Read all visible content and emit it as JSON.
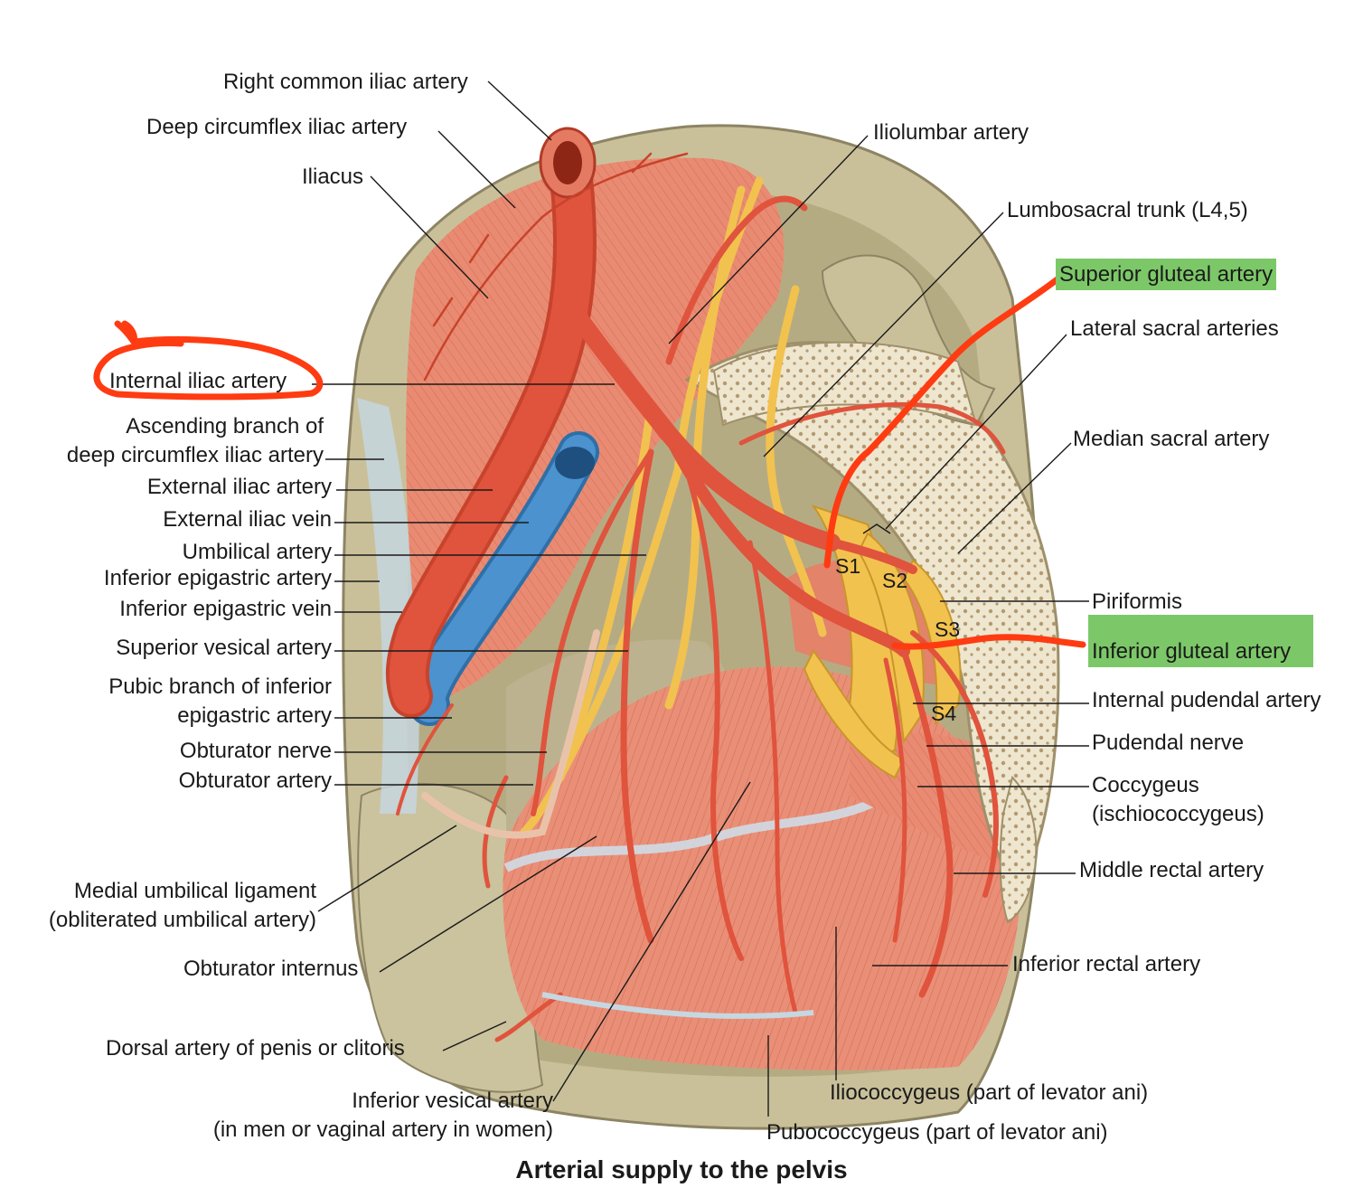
{
  "labels": {
    "right_common_iliac": "Right common iliac artery",
    "deep_circumflex": "Deep circumflex iliac artery",
    "iliacus": "Iliacus",
    "internal_iliac": "Internal iliac artery",
    "ascending_branch_1": "Ascending branch of",
    "ascending_branch_2": "deep circumflex iliac artery",
    "external_iliac_artery": "External iliac artery",
    "external_iliac_vein": "External iliac vein",
    "umbilical_artery": "Umbilical artery",
    "inferior_epigastric_artery": "Inferior epigastric artery",
    "inferior_epigastric_vein": "Inferior epigastric vein",
    "superior_vesical": "Superior vesical artery",
    "pubic_branch_1": "Pubic branch of inferior",
    "pubic_branch_2": "epigastric artery",
    "obturator_nerve": "Obturator nerve",
    "obturator_artery": "Obturator artery",
    "medial_umbilical_1": "Medial umbilical ligament",
    "medial_umbilical_2": "(obliterated umbilical artery)",
    "obturator_internus": "Obturator internus",
    "dorsal_artery": "Dorsal artery of  penis or clitoris",
    "inferior_vesical_1": "Inferior vesical artery",
    "inferior_vesical_2": "(in men or vaginal artery in women)",
    "iliolumbar": "Iliolumbar artery",
    "lumbosacral": "Lumbosacral trunk (L4,5)",
    "superior_gluteal": "Superior gluteal artery",
    "lateral_sacral": "Lateral sacral arteries",
    "median_sacral": "Median sacral artery",
    "piriformis": "Piriformis",
    "inferior_gluteal": "Inferior gluteal artery",
    "internal_pudendal": "Internal pudendal artery",
    "pudendal_nerve": "Pudendal nerve",
    "coccygeus_1": "Coccygeus",
    "coccygeus_2": "(ischiococcygeus)",
    "middle_rectal": "Middle rectal artery",
    "inferior_rectal": "Inferior rectal artery",
    "iliococcygeus": "Iliococcygeus (part of levator ani)",
    "pubococcygeus": "Pubococcygeus (part of levator ani)"
  },
  "sacral_levels": [
    "S1",
    "S2",
    "S3",
    "S4"
  ],
  "caption": "Arterial supply to the pelvis",
  "colors": {
    "artery": "#e0533c",
    "vein": "#3f86c4",
    "nerve": "#f2c24f",
    "bone": "#c9c09a",
    "muscle": "#e98b72",
    "annotation": "#ff3b12",
    "highlight": "#7cc868"
  }
}
